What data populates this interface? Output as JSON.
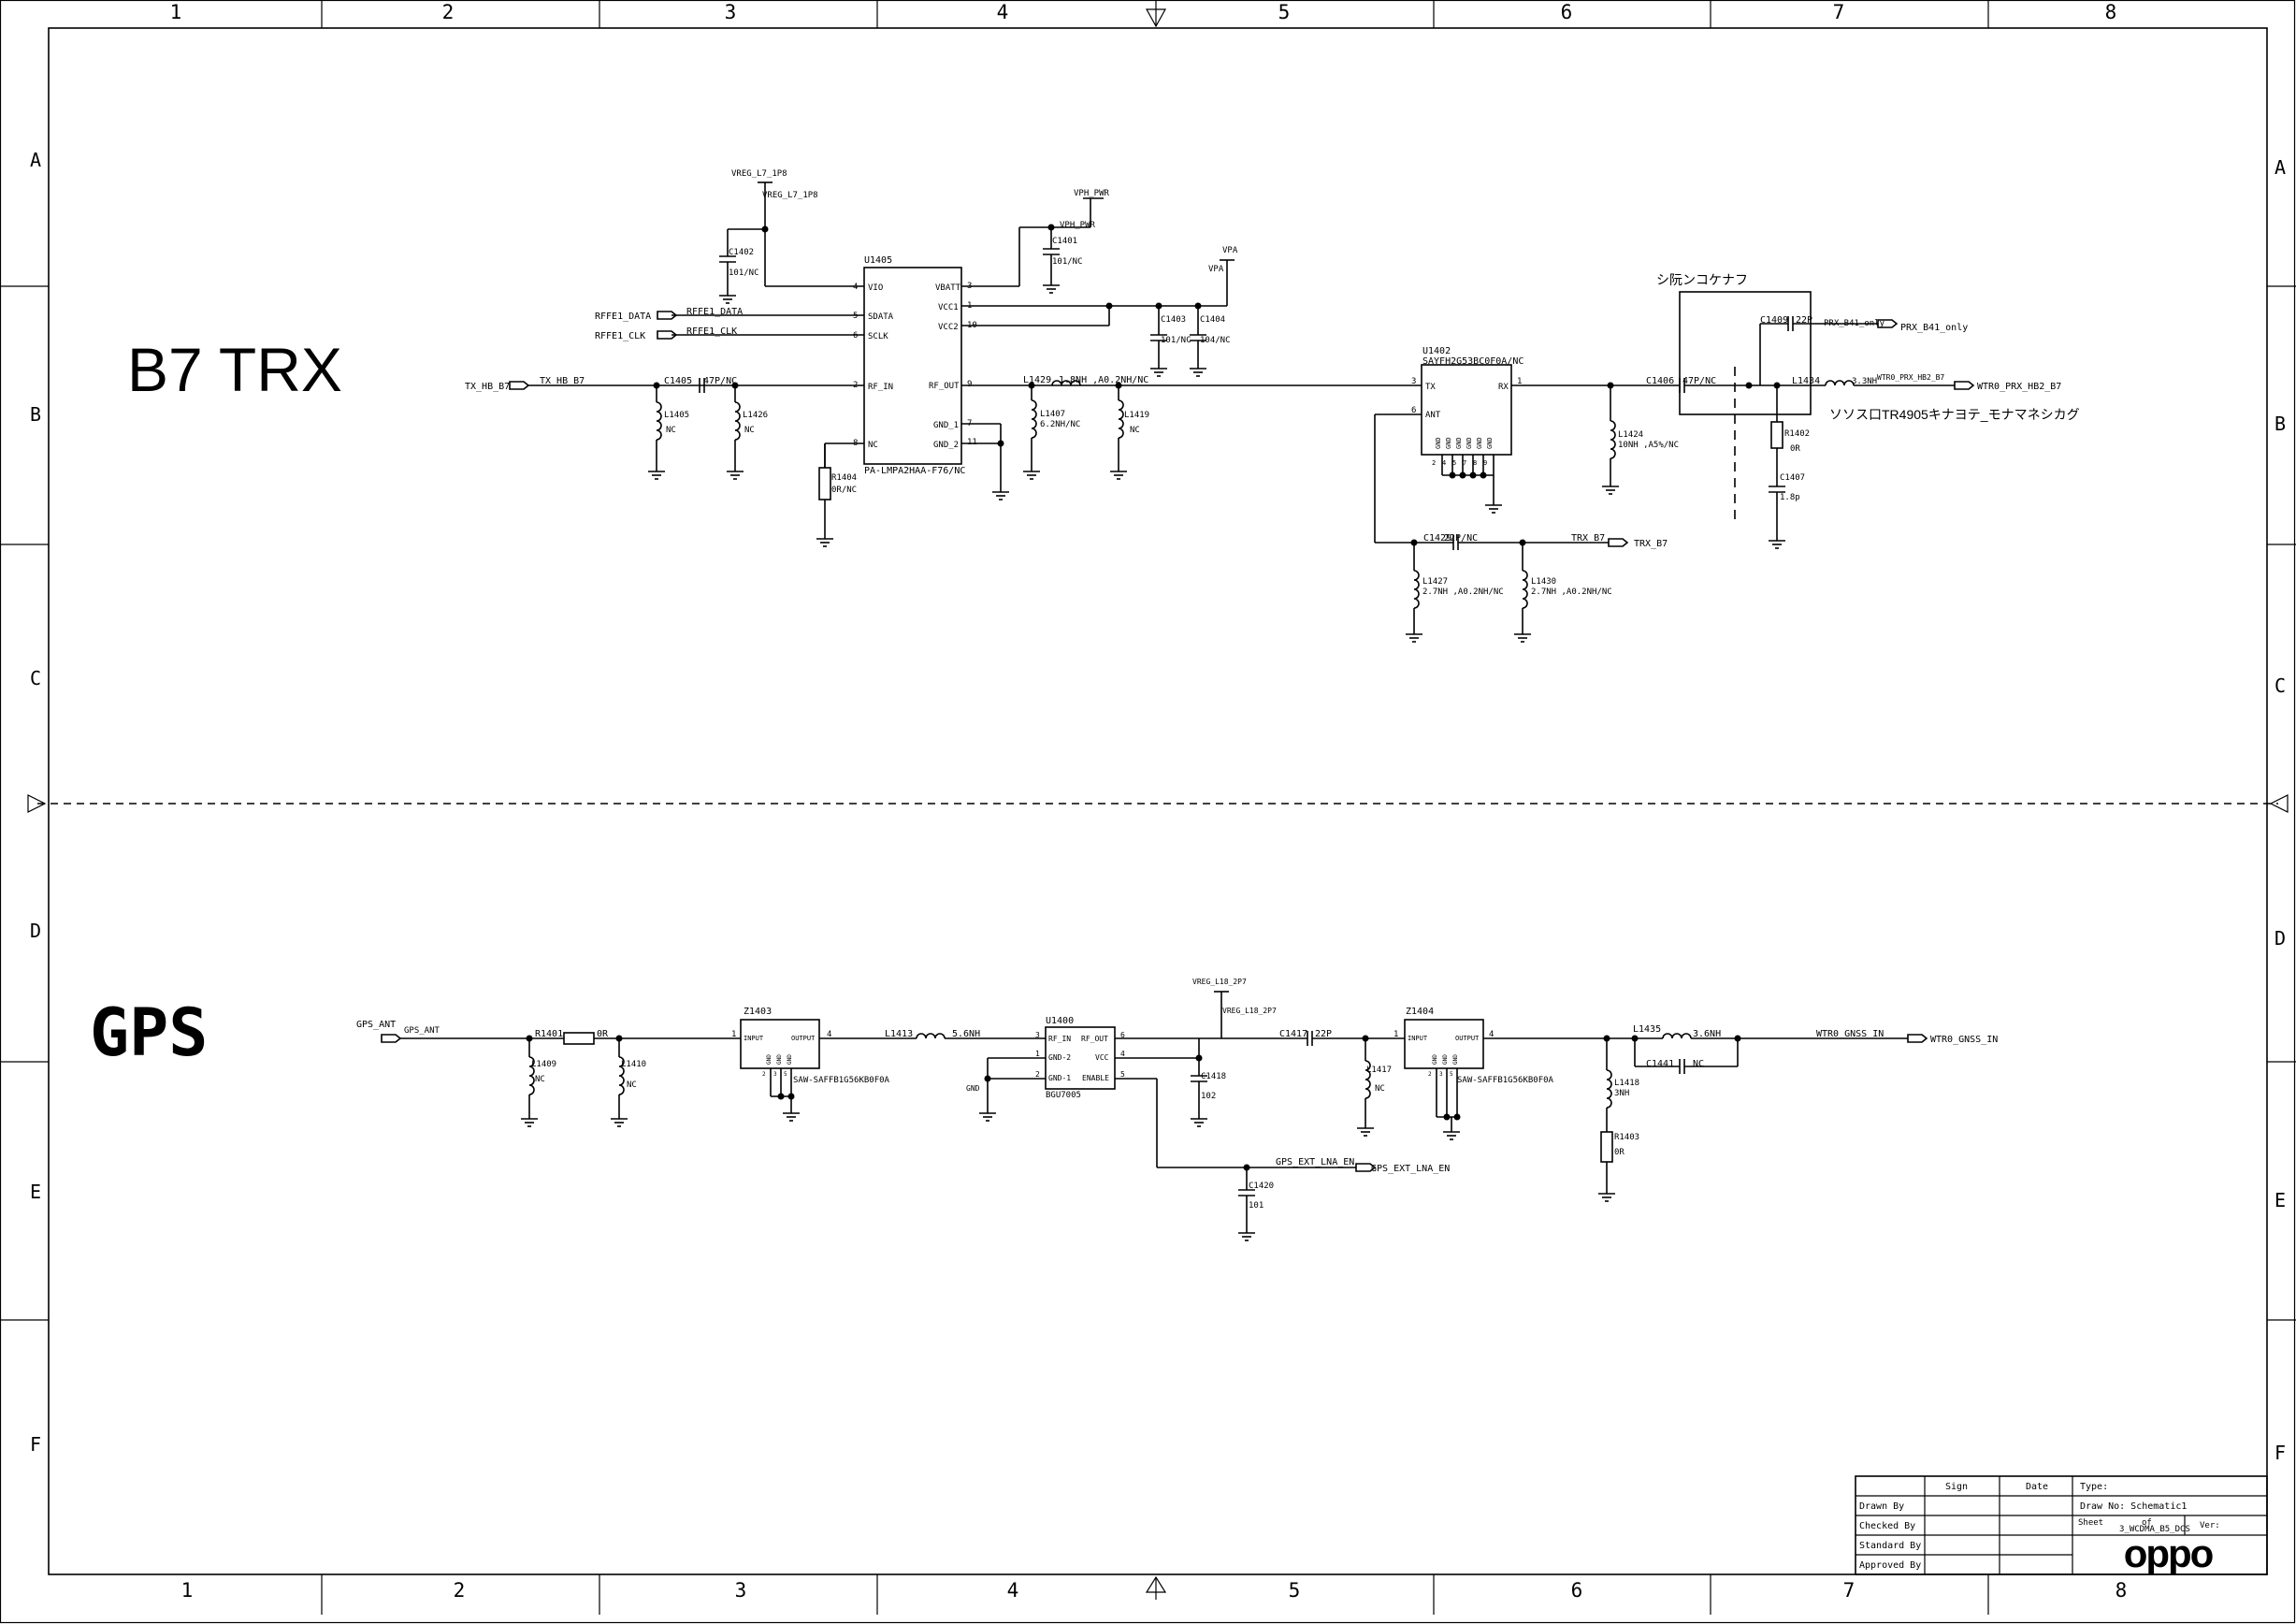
{
  "frame": {
    "columns": [
      "1",
      "2",
      "3",
      "4",
      "5",
      "6",
      "7",
      "8"
    ],
    "rows": [
      "A",
      "B",
      "C",
      "D",
      "E",
      "F"
    ]
  },
  "sections": {
    "b7": "B7 TRX",
    "gps": "GPS"
  },
  "b7": {
    "vreg_l7_a": "VREG_L7_1P8",
    "vreg_l7_b": "VREG_L7_1P8",
    "vph_pwr_a": "VPH_PWR",
    "vph_pwr_b": "VPH_PWR",
    "vpa_a": "VPA",
    "vpa_b": "VPA",
    "c1402": "C1402",
    "c1402_v": "101/NC",
    "c1401": "C1401",
    "c1401_v": "101/NC",
    "c1403": "C1403",
    "c1403_v": "101/NC",
    "c1404": "C1404",
    "c1404_v": "104/NC",
    "u1405": "U1405",
    "u1405_part": "PA-LMPA2HAA-F76/NC",
    "pins": {
      "vio_n": "4",
      "vio": "VIO",
      "sdata_n": "5",
      "sdata": "SDATA",
      "sclk_n": "6",
      "sclk": "SCLK",
      "rfin_n": "2",
      "rfin": "RF_IN",
      "nc_n": "8",
      "nc": "NC",
      "vbatt_n": "3",
      "vbatt": "VBATT",
      "vcc1_n": "1",
      "vcc1": "VCC1",
      "vcc2_n": "10",
      "vcc2": "VCC2",
      "rfout_n": "9",
      "rfout": "RF_OUT",
      "gnd1_n": "7",
      "gnd1": "GND_1",
      "gnd2_n": "11",
      "gnd2": "GND_2"
    },
    "rffe1_data_port": "RFFE1_DATA",
    "rffe1_data_net": "RFFE1_DATA",
    "rffe1_clk_port": "RFFE1_CLK",
    "rffe1_clk_net": "RFFE1_CLK",
    "tx_hb_port": "TX_HB_B7",
    "tx_hb_net": "TX_HB_B7",
    "c1405": "C1405",
    "c1405_v": "47P/NC",
    "l1405": "L1405",
    "l1405_v": "NC",
    "l1426": "L1426",
    "l1426_v": "NC",
    "r1404": "R1404",
    "r1404_v": "0R/NC",
    "l1429": "L1429",
    "l1429_v": "1.8NH ,A0.2NH/NC",
    "l1407": "L1407",
    "l1407_v": "6.2NH/NC",
    "l1419": "L1419",
    "l1419_v": "NC",
    "u1402": "U1402",
    "u1402_part": "SAYFH2G53BC0F0A/NC",
    "u1402_tx_n": "3",
    "u1402_tx": "TX",
    "u1402_rx_n": "1",
    "u1402_rx": "RX",
    "u1402_ant_n": "6",
    "u1402_ant": "ANT",
    "u1402_gnd": [
      "GND",
      "GND",
      "GND",
      "GND",
      "GND",
      "GND"
    ],
    "u1402_gnd_n": [
      "2",
      "4",
      "5",
      "7",
      "8",
      "9"
    ],
    "c1406": "C1406",
    "c1406_v": "47P/NC",
    "l1424": "L1424",
    "l1424_v": "10NH ,A5%/NC",
    "c1409": "C1409",
    "c1409_v": "22P",
    "prx_net": "PRX_B41_only",
    "prx_port": "PRX_B41_only",
    "l1434": "L1434",
    "l1434_v": "3.3NH",
    "wtr_prx_net": "WTR0_PRX_HB2_B7",
    "wtr_prx_port": "WTR0_PRX_HB2_B7",
    "r1402": "R1402",
    "r1402_v": "0R",
    "c1407": "C1407",
    "c1407_v": "1.8p",
    "note1": "シ阮ンコケナフ",
    "note2": "ソソス口TR4905キナヨテ_モナマネシカグ",
    "c1429": "C1429",
    "c1429_v": "22P/NC",
    "trx_net": "TRX_B7",
    "trx_port": "TRX_B7",
    "l1427": "L1427",
    "l1427_v": "2.7NH ,A0.2NH/NC",
    "l1430": "L1430",
    "l1430_v": "2.7NH ,A0.2NH/NC"
  },
  "gps": {
    "ant_port": "GPS_ANT",
    "ant_net": "GPS_ANT",
    "r1401": "R1401",
    "r1401_v": "0R",
    "l1409": "L1409",
    "l1409_v": "NC",
    "l1410": "L1410",
    "l1410_v": "NC",
    "z1403": "Z1403",
    "z1403_part": "SAW-SAFFB1G56KB0F0A",
    "z_in_n": "1",
    "z_input": "INPUT",
    "z_out_n": "4",
    "z_output": "OUTPUT",
    "z_gnd": [
      "GND",
      "GND",
      "GND"
    ],
    "z_gnd_n": [
      "2",
      "3",
      "5"
    ],
    "l1413": "L1413",
    "l1413_v": "5.6NH",
    "u1400": "U1400",
    "u1400_part": "BGU7005",
    "u1400_pins": {
      "rfin_n": "3",
      "rfin": "RF_IN",
      "gnd2_n": "1",
      "gnd2": "GND-2",
      "gnd1_n": "2",
      "gnd1": "GND-1",
      "rfout_n": "6",
      "rfout": "RF_OUT",
      "vcc_n": "4",
      "vcc": "VCC",
      "en_n": "5",
      "en": "ENABLE"
    },
    "gnd_label": "GND",
    "vreg_l18_a": "VREG_L18_2P7",
    "vreg_l18_b": "VREG_L18_2P7",
    "c1418": "C1418",
    "c1418_v": "102",
    "c1417": "C1417",
    "c1417_v": "22P",
    "c1420": "C1420",
    "c1420_v": "101",
    "lna_en_net": "GPS_EXT_LNA_EN",
    "lna_en_port": "GPS_EXT_LNA_EN",
    "l1417": "L1417",
    "l1417_v": "NC",
    "z1404": "Z1404",
    "z1404_part": "SAW-SAFFB1G56KB0F0A",
    "l1435": "L1435",
    "l1435_v": "3.6NH",
    "c1441": "C1441",
    "c1441_v": "NC",
    "l1418": "L1418",
    "l1418_v": "3NH",
    "r1403": "R1403",
    "r1403_v": "0R",
    "gnss_net": "WTR0_GNSS_IN",
    "gnss_port": "WTR0_GNSS_IN"
  },
  "title_block": {
    "sign": "Sign",
    "date": "Date",
    "type": "Type:",
    "drawn_by": "Drawn By",
    "checked_by": "Checked By",
    "standard_by": "Standard By",
    "approved_by": "Approved By",
    "draw_no": "Draw No: Schematic1",
    "sheet": "Sheet",
    "sheet_of": "of",
    "ver": "Ver:",
    "file": "3_WCDMA_B5_DCS",
    "logo": "oppo"
  }
}
